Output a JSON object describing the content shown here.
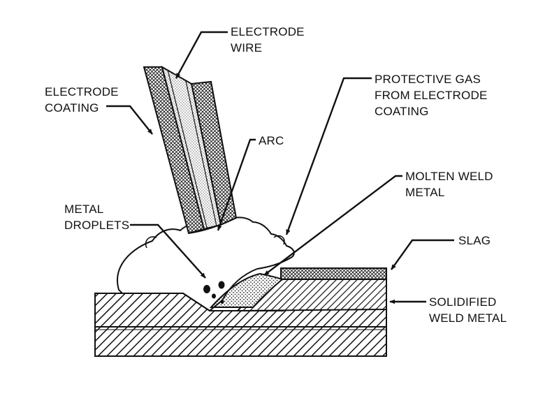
{
  "diagram": {
    "labels": {
      "electrode_wire": [
        "ELECTRODE",
        "WIRE"
      ],
      "electrode_coating": [
        "ELECTRODE",
        "COATING"
      ],
      "arc": [
        "ARC"
      ],
      "protective_gas": [
        "PROTECTIVE GAS",
        "FROM ELECTRODE",
        "COATING"
      ],
      "molten_weld_metal": [
        "MOLTEN WELD",
        "METAL"
      ],
      "metal_droplets": [
        "METAL",
        "DROPLETS"
      ],
      "slag": [
        "SLAG"
      ],
      "solidified_weld_metal": [
        "SOLIDIFIED",
        "WELD METAL"
      ]
    },
    "colors": {
      "ink": "#111111",
      "background": "#ffffff"
    }
  }
}
